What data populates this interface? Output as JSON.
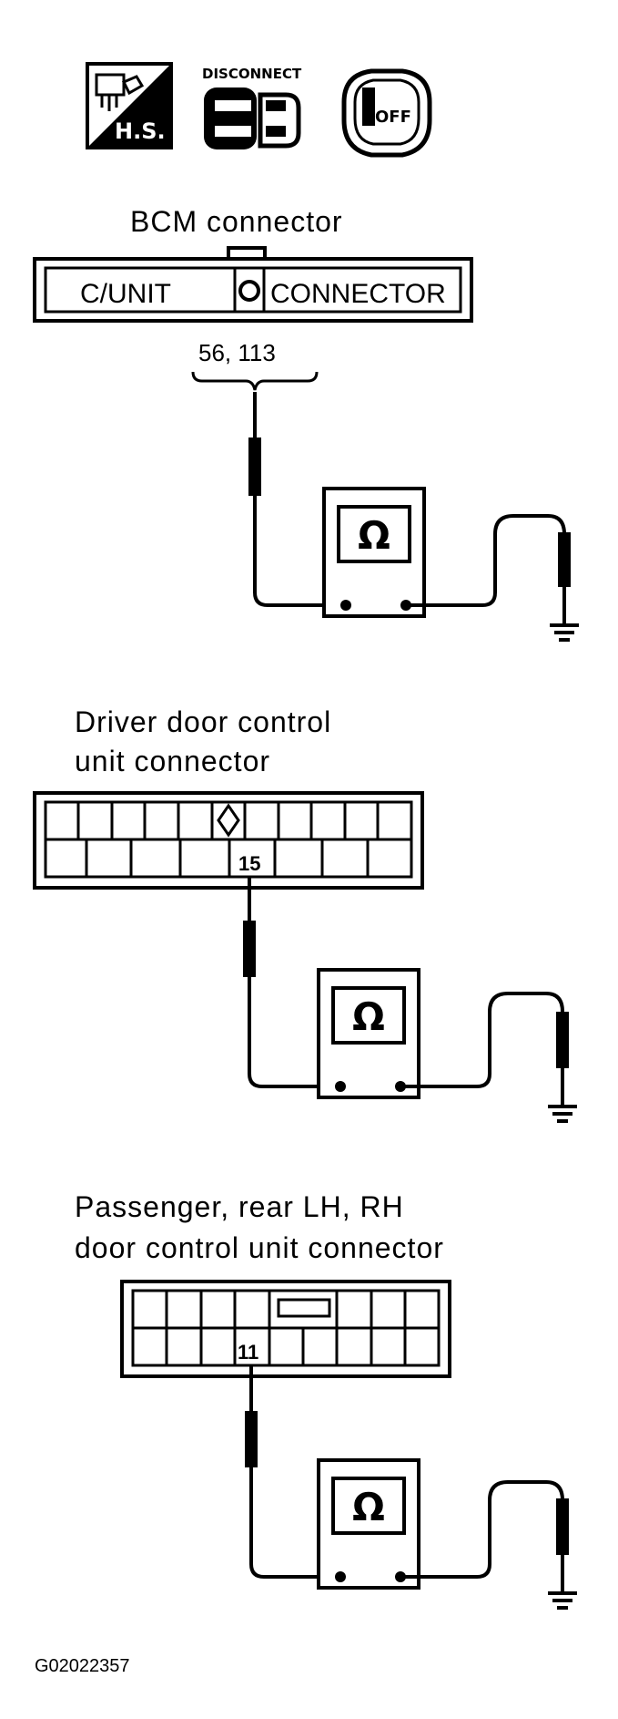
{
  "icons": {
    "hs_label": "H.S.",
    "disconnect_label": "DISCONNECT",
    "key_label": "OFF"
  },
  "sections": [
    {
      "heading_line1": "BCM connector",
      "heading_line2": "",
      "connector_left_label": "C/UNIT",
      "connector_right_label": "CONNECTOR",
      "terminals": "56, 113",
      "meter_symbol": "Ω"
    },
    {
      "heading_line1": "Driver door control",
      "heading_line2": "unit connector",
      "terminal": "15",
      "meter_symbol": "Ω"
    },
    {
      "heading_line1": "Passenger, rear LH, RH",
      "heading_line2": "door control unit connector",
      "terminal": "11",
      "meter_symbol": "Ω"
    }
  ],
  "figure_code": "G02022357"
}
